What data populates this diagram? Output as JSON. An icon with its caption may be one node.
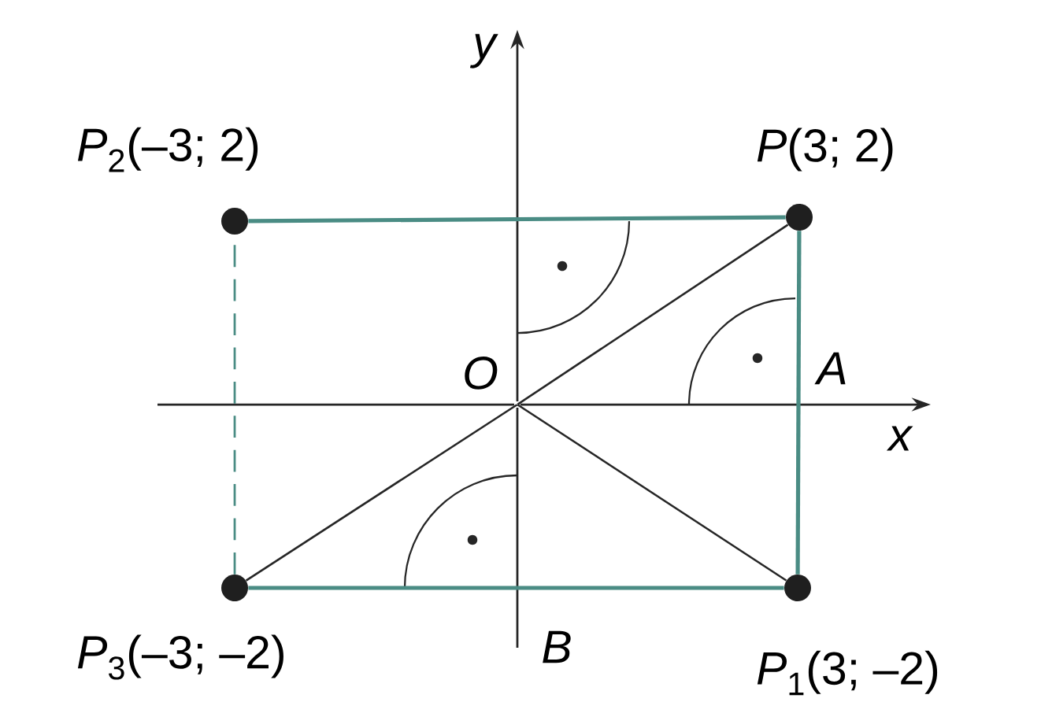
{
  "diagram": {
    "nodes": [
      {
        "text": [],
        "shape": "circle",
        "beside": [
          "*P*$_{2}$(–3; 2)"
        ]
      },
      {
        "text": [],
        "shape": "circle",
        "beside": [
          "*P*(3; 2)"
        ]
      },
      {
        "text": [
          "O"
        ]
      },
      {
        "text": [],
        "shape": "circle",
        "beside": [
          "*P*$_{3}$(–3; –2)"
        ]
      },
      {
        "text": [],
        "shape": "circle",
        "beside": [
          "*P*$_{1}$(3; –2)"
        ]
      }
    ],
    "edges": [
      {
        "from": 0,
        "to": 1,
        "arrow": "none",
        "style": "thick",
        "color": "#4a8c84"
      },
      {
        "from": 1,
        "to": 4,
        "arrow": "none",
        "style": "thick",
        "color": "#4a8c84"
      },
      {
        "from": 4,
        "to": 3,
        "arrow": "none",
        "style": "thick",
        "color": "#4a8c84"
      },
      {
        "from": 3,
        "to": 0,
        "arrow": "none",
        "style": "dashed",
        "color": "#4a8c84"
      },
      {
        "from": 2,
        "to": 1,
        "arrow": "none",
        "color": "#262626"
      },
      {
        "from": 2,
        "to": 3,
        "arrow": "none",
        "color": "#262626"
      },
      {
        "from": 2,
        "to": 4,
        "arrow": "none",
        "color": "#262626"
      }
    ],
    "labels": [
      "y",
      "A",
      "x",
      "B"
    ]
  }
}
